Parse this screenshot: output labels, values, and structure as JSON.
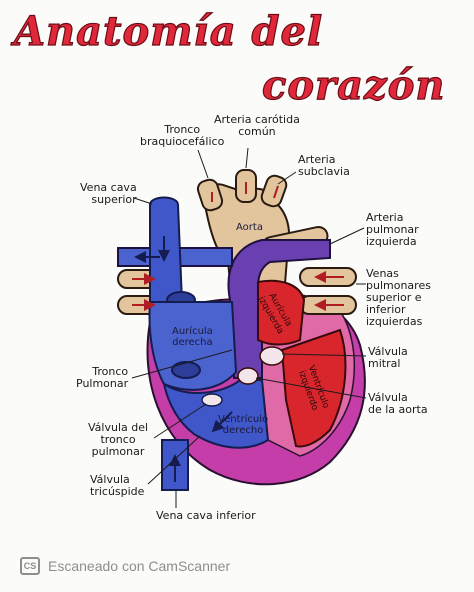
{
  "title": {
    "line1": "Anatomía del",
    "line2": "corazón"
  },
  "labels": {
    "arteria_carotida": [
      "Arteria carótida",
      "común"
    ],
    "tronco_braquio": [
      "Tronco",
      "braquiocefálico"
    ],
    "arteria_subclavia": [
      "Arteria",
      "subclavia"
    ],
    "vena_cava_superior": [
      "Vena cava",
      "superior"
    ],
    "arteria_pulmonar_izq": [
      "Arteria",
      "pulmonar",
      "izquierda"
    ],
    "venas_pulmonares": [
      "Venas",
      "pulmonares",
      "superior e",
      "inferior",
      "izquierdas"
    ],
    "valvula_mitral": [
      "Válvula",
      "mitral"
    ],
    "tronco_pulmonar": [
      "Tronco",
      "Pulmonar"
    ],
    "valvula_aorta": [
      "Válvula",
      "de la aorta"
    ],
    "valvula_tronco": [
      "Válvula del",
      "tronco",
      "pulmonar"
    ],
    "valvula_tricuspide": [
      "Válvula",
      "tricúspide"
    ],
    "vena_cava_inferior": [
      "Vena cava inferior"
    ]
  },
  "inner_labels": {
    "aorta": "Aorta",
    "auricula_derecha": [
      "Aurícula",
      "derecha"
    ],
    "auricula_izquierda": [
      "Aurícula",
      "izquierda"
    ],
    "ventriculo_derecho": [
      "Ventrículo",
      "derecho"
    ],
    "ventriculo_izquierdo": [
      "Ventrículo",
      "izquierdo"
    ]
  },
  "footer": {
    "icon": "CS",
    "text": "Escaneado con CamScanner"
  },
  "colors": {
    "title": "#e0283a",
    "blue": "#3f57c9",
    "red": "#d8262c",
    "purple": "#6b3fb0",
    "magenta": "#c13aa4",
    "tan": "#e2c49c"
  }
}
